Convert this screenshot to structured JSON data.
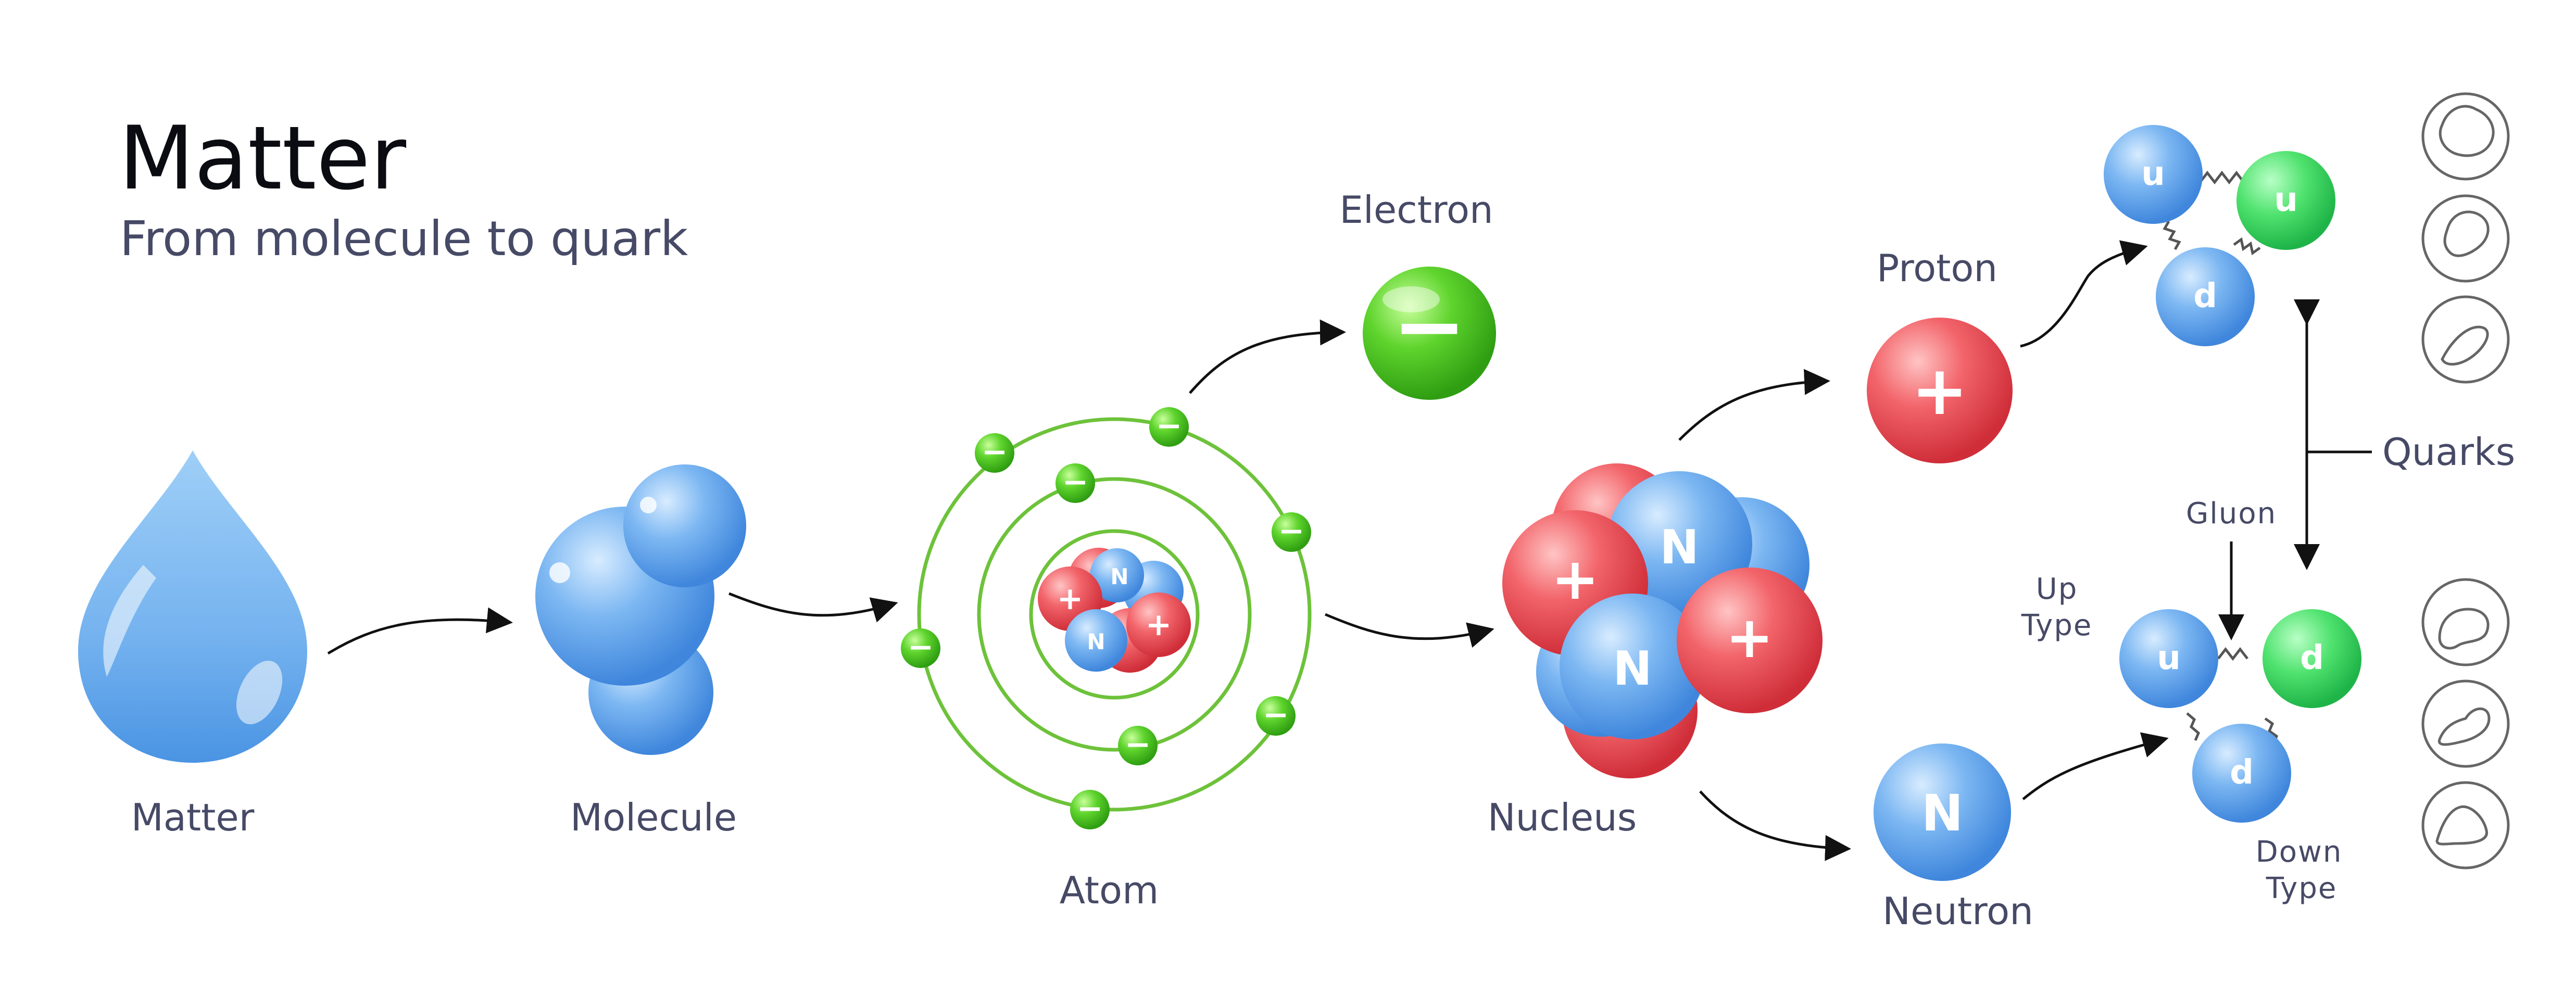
{
  "header": {
    "title": "Matter",
    "subtitle": "From molecule to quark"
  },
  "labels": {
    "matter": "Matter",
    "molecule": "Molecule",
    "atom": "Atom",
    "electron": "Electron",
    "nucleus": "Nucleus",
    "proton": "Proton",
    "neutron": "Neutron",
    "quarks": "Quarks",
    "gluon": "Gluon",
    "up_type_1": "Up",
    "up_type_2": "Type",
    "down_type_1": "Down",
    "down_type_2": "Type"
  },
  "symbols": {
    "plus": "+",
    "minus": "−",
    "neutron": "N",
    "up_quark": "u",
    "down_quark": "d"
  },
  "colors": {
    "blue_particle": "#5ea4ec",
    "red_particle": "#e84450",
    "green_particle": "#3cc61a",
    "orbit_green": "#6dc23a",
    "text_dark": "#0b0b12",
    "text_gray": "#474a66"
  }
}
